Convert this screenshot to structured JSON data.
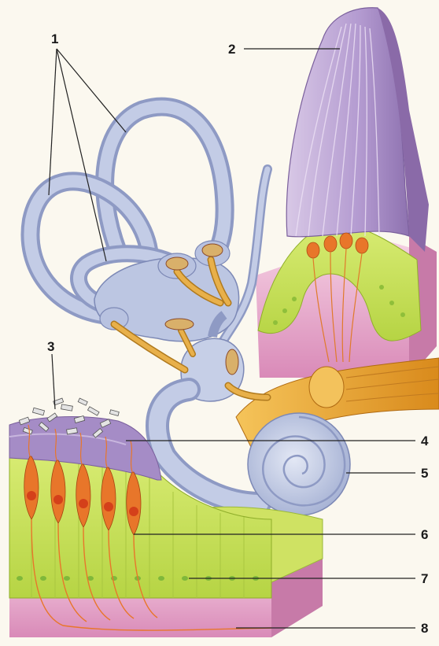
{
  "labels": [
    {
      "id": "1",
      "text": "1"
    },
    {
      "id": "2",
      "text": "2"
    },
    {
      "id": "3",
      "text": "3"
    },
    {
      "id": "4",
      "text": "4"
    },
    {
      "id": "5",
      "text": "5"
    },
    {
      "id": "6",
      "text": "6"
    },
    {
      "id": "7",
      "text": "7"
    },
    {
      "id": "8",
      "text": "8"
    }
  ],
  "colors": {
    "background": "#fbf8ef",
    "labyrinth": "#b9c3df",
    "labyrinth_dark": "#8e9ac4",
    "cupula": "#b79acc",
    "epithelium": "#c8e04e",
    "hair_cell": "#e8762a",
    "nerve": "#e89a2e",
    "base": "#e7a6c9",
    "otoliths": "#d9d9d9"
  }
}
